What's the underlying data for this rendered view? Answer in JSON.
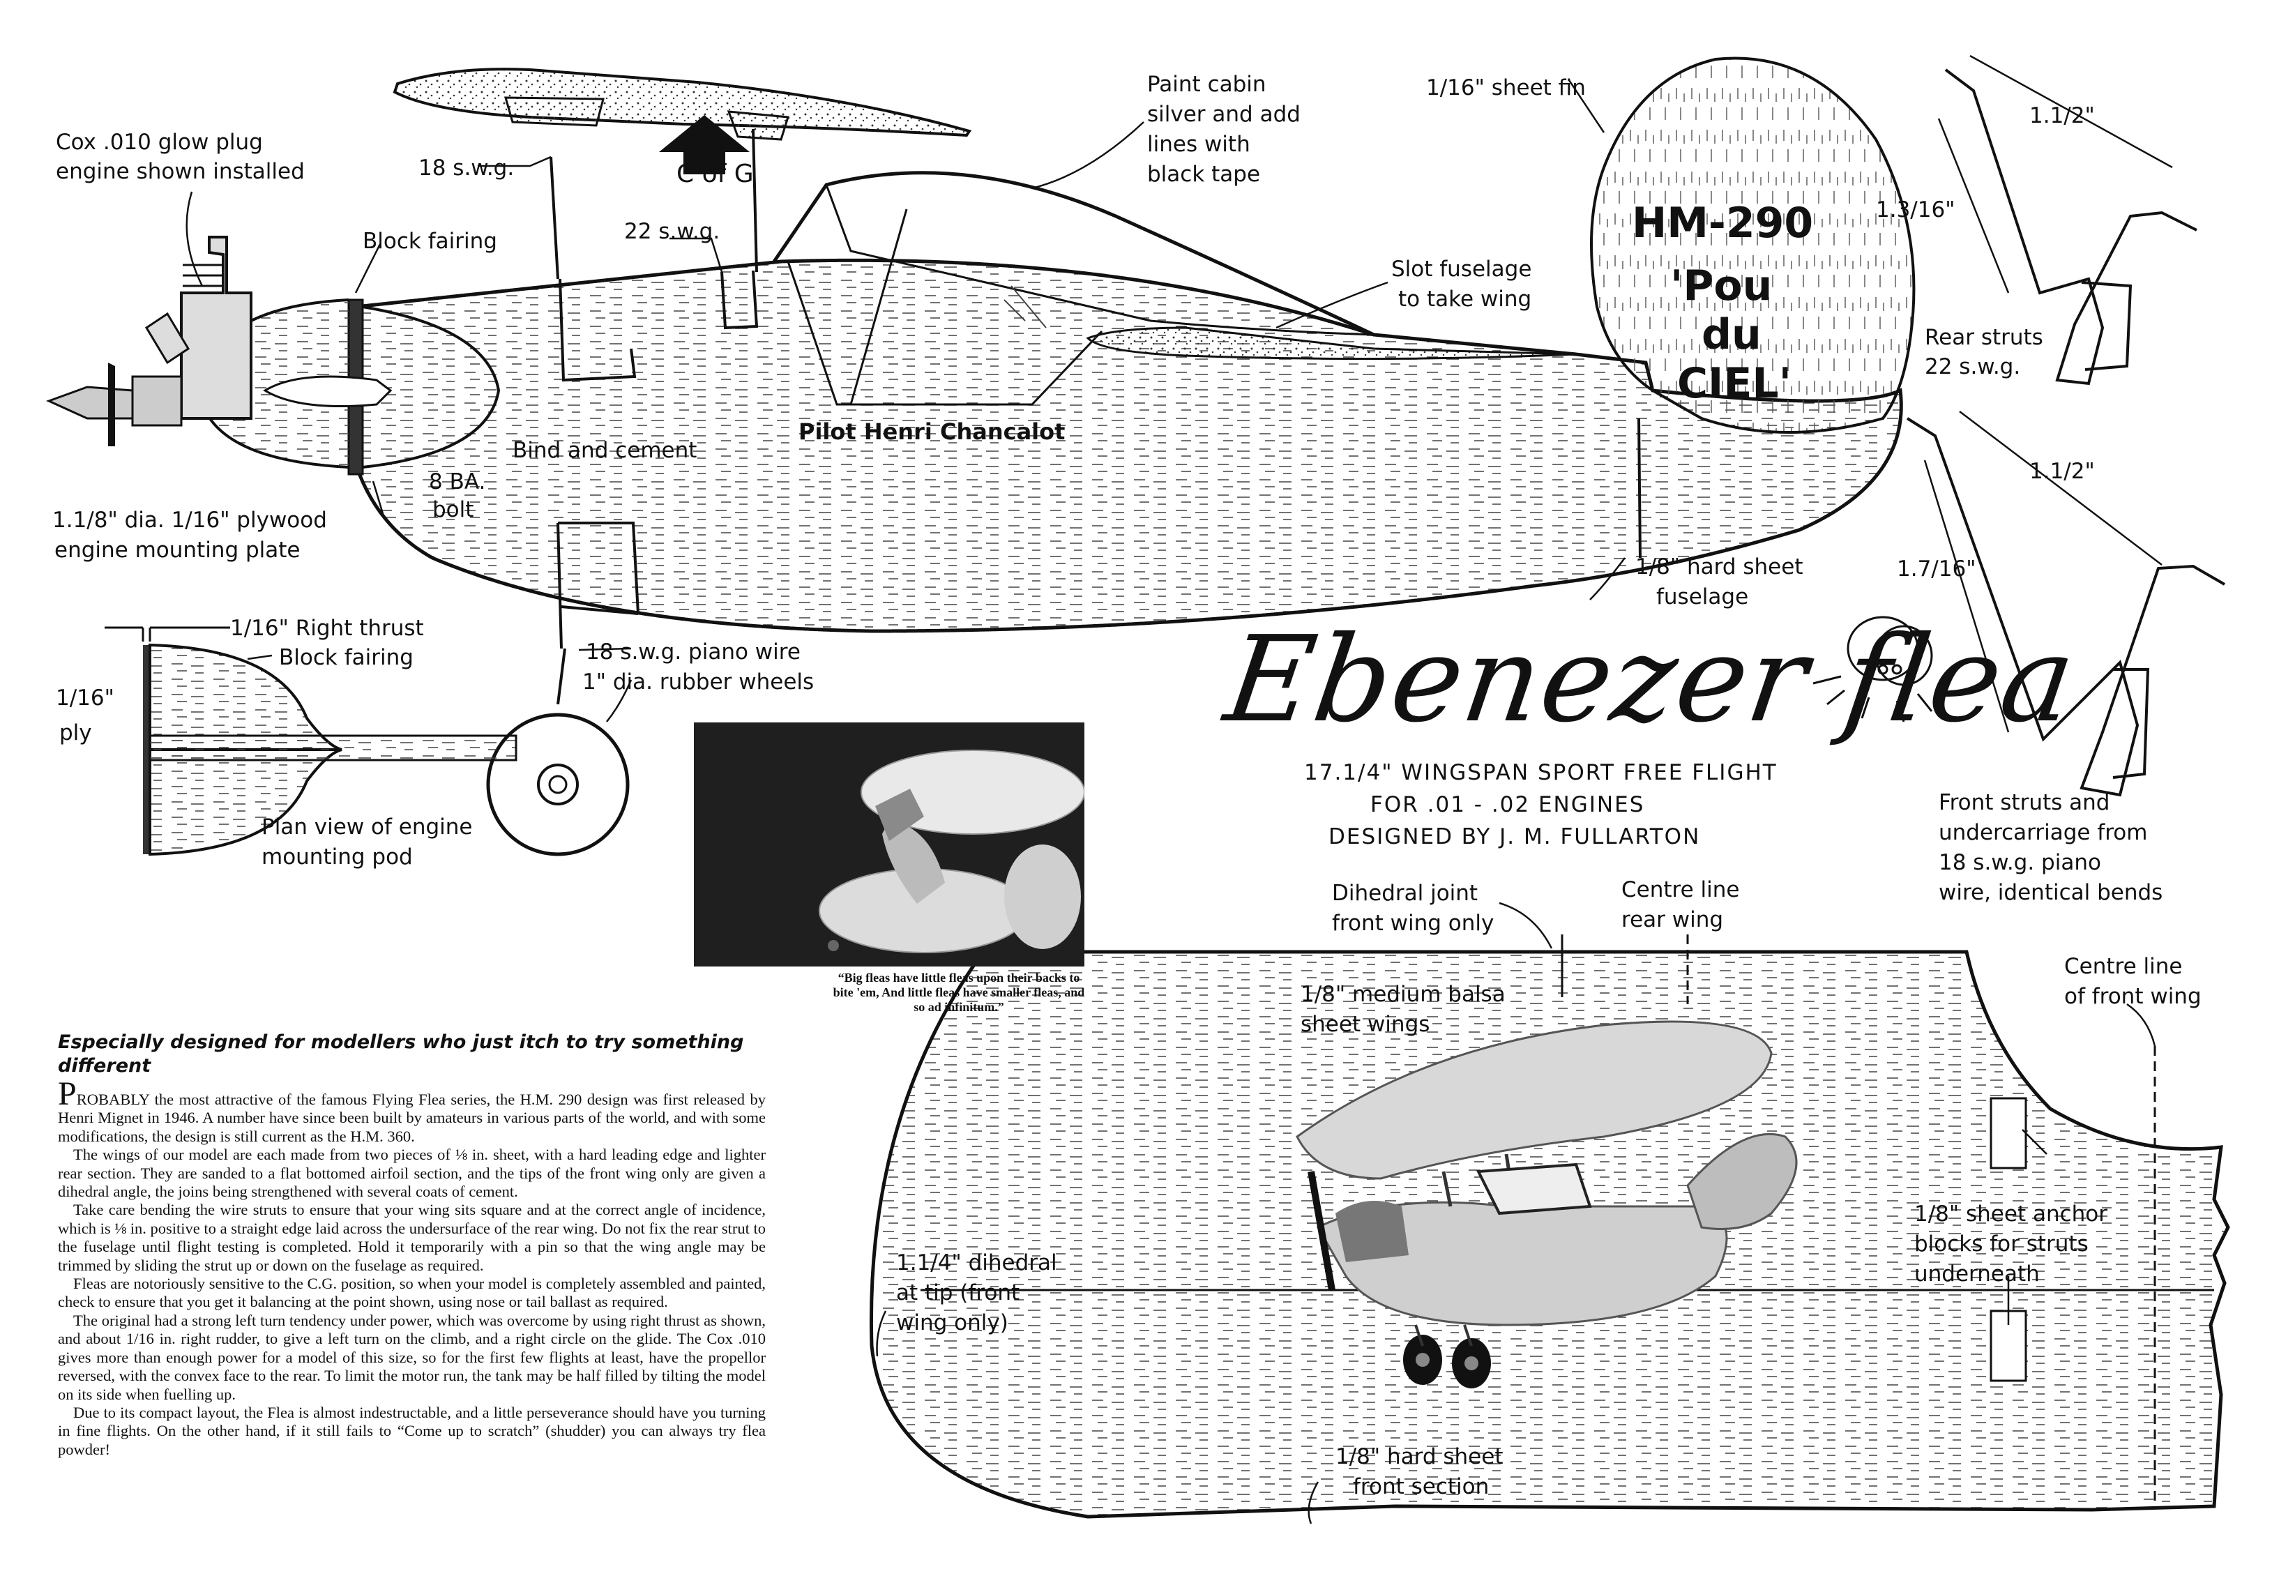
{
  "title": {
    "script_name": "Ebenezer flea",
    "spec_line1": "17.1/4\" WINGSPAN SPORT FREE FLIGHT",
    "spec_line2": "FOR .01 - .02 ENGINES",
    "spec_line3": "DESIGNED BY   J. M. FULLARTON"
  },
  "fin_marking": {
    "model": "HM-290",
    "name1": "'Pou",
    "name2": "du",
    "name3": "CIEL'"
  },
  "side_view": {
    "engine_1": "Cox  .010 glow plug",
    "engine_2": "engine shown installed",
    "swg18": "18 s.w.g.",
    "cofg": "C of G",
    "swg22": "22 s.w.g.",
    "cabin_1": "Paint cabin",
    "cabin_2": "silver and add",
    "cabin_3": "lines with",
    "cabin_4": "black tape",
    "fin": "1/16\" sheet fin",
    "block_fairing": "Block fairing",
    "slot_1": "Slot fuselage",
    "slot_2": "to take wing",
    "pilot": "Pilot Henri Chancalot",
    "bind": "Bind and cement",
    "bolt_1": "8 BA.",
    "bolt_2": "bolt",
    "plate_1": "1.1/8\" dia. 1/16\" plywood",
    "plate_2": "engine mounting plate",
    "fuse_1": "1/8\" hard sheet",
    "fuse_2": "fuselage",
    "wire": "18 s.w.g. piano wire",
    "wheels": "1\" dia. rubber wheels"
  },
  "pod_view": {
    "thrust": "1/16\" Right thrust",
    "fairing": "Block fairing",
    "ply_1": "1/16\"",
    "ply_2": "ply",
    "caption_1": "Plan view of engine",
    "caption_2": "mounting pod"
  },
  "struts": {
    "rear_w": "1.1/2\"",
    "rear_h": "1.3/16\"",
    "rear_1": "Rear struts",
    "rear_2": "22 s.w.g.",
    "front_w": "1.1/2\"",
    "front_h": "1.7/16\"",
    "front_1": "Front struts and",
    "front_2": "undercarriage from",
    "front_3": "18 s.w.g. piano",
    "front_4": "wire, identical bends"
  },
  "wing_plan": {
    "dihedral_joint_1": "Dihedral joint",
    "dihedral_joint_2": "front wing only",
    "centre_rear_1": "Centre line",
    "centre_rear_2": "rear wing",
    "centre_front_1": "Centre line",
    "centre_front_2": "of front wing",
    "balsa_1": "1/8\" medium balsa",
    "balsa_2": "sheet wings",
    "tip_1": "1.1/4\" dihedral",
    "tip_2": "at tip (front",
    "tip_3": "wing only)",
    "anchor_1": "1/8\" sheet anchor",
    "anchor_2": "blocks for struts",
    "anchor_3": "underneath",
    "front_sec_1": "1/8\" hard sheet",
    "front_sec_2": "front section"
  },
  "photo_caption": "“Big fleas have little fleas upon their backs to bite 'em, And little fleas have smaller fleas, and so ad infinitum.”",
  "article": {
    "heading": "Especially designed for modellers who just itch to try something different",
    "dropcap": "P",
    "p1": "ROBABLY the most attractive of the famous Flying Flea series, the H.M. 290 design was first released by Henri Mignet in 1946. A number have since been built by amateurs in various parts of the world, and with some modifications, the design is still current as the H.M. 360.",
    "p2": "The wings of our model are each made from two pieces of ⅛ in. sheet, with a hard leading edge and lighter rear section. They are sanded to a flat bottomed airfoil section, and the tips of the front wing only are given a dihedral angle, the joins being strengthened with several coats of cement.",
    "p3": "Take care bending the wire struts to ensure that your wing sits square and at the correct angle of incidence, which is ⅛ in. positive to a straight edge laid across the undersurface of the rear wing. Do not fix the rear strut to the fuselage until flight testing is completed. Hold it temporarily with a pin so that the wing angle may be trimmed by sliding the strut up or down on the fuselage as required.",
    "p4": "Fleas are notoriously sensitive to the C.G. position, so when your model is completely assembled and painted, check to ensure that you get it balancing at the point shown, using nose or tail ballast as required.",
    "p5": "The original had a strong left turn tendency under power, which was overcome by using right thrust as shown, and about 1/16 in. right rudder, to give a left turn on the climb, and a right circle on the glide. The Cox .010 gives more than enough power for a model of this size, so for the first few flights at least, have the propellor reversed, with the convex face to the rear. To limit the motor run, the tank may be half filled by tilting the model on its side when fuelling up.",
    "p6": "Due to its compact layout, the Flea is almost indestructable, and a little perseverance should have you turning in fine flights. On the other hand, if it still fails to “Come up to scratch” (shudder) you can always try flea powder!"
  }
}
